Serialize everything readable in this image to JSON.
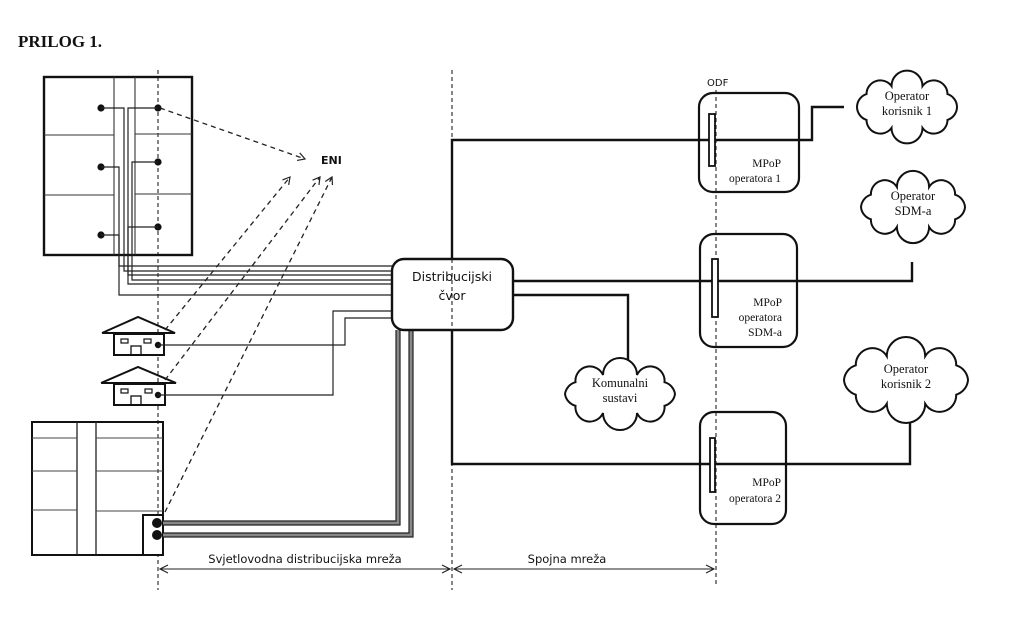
{
  "title": "PRILOG 1.",
  "labels": {
    "eni": "ENI",
    "odf": "ODF",
    "distribution_node": [
      "Distribucijski",
      "čvor"
    ],
    "utilities_cloud": [
      "Komunalni",
      "sustavi"
    ],
    "operator_user_1_cloud": [
      "Operator",
      "korisnik 1"
    ],
    "operator_sdm_cloud": [
      "Operator",
      "SDM-a"
    ],
    "operator_user_2_cloud": [
      "Operator",
      "korisnik 2"
    ],
    "mpop_1": [
      "MPoP",
      "operatora 1"
    ],
    "mpop_sdm": [
      "MPoP",
      "operatora",
      "SDM-a"
    ],
    "mpop_2": [
      "MPoP",
      "operatora 2"
    ],
    "span_distribution": "Svjetlovodna distribucijska mreža",
    "span_connection": "Spojna mreža"
  }
}
